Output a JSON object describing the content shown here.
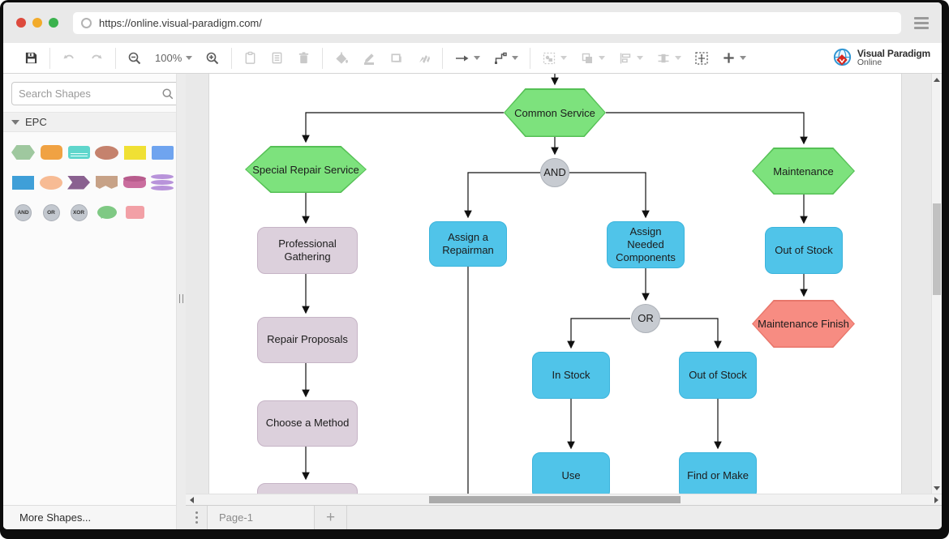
{
  "browser": {
    "url": "https://online.visual-paradigm.com/"
  },
  "toolbar": {
    "zoom_level": "100%",
    "add_label": "+",
    "logo_title": "Visual Paradigm",
    "logo_subtitle": "Online"
  },
  "sidebar": {
    "search_placeholder": "Search Shapes",
    "section_label": "EPC",
    "more_shapes_label": "More Shapes...",
    "palette_labels": {
      "and": "AND",
      "or": "OR",
      "xor": "XOR"
    },
    "palette_icons": [
      "green-hexagon",
      "orange-rounded-rect",
      "teal-multi-document",
      "brown-ellipse",
      "yellow-rect",
      "light-blue-rect",
      "blue-rect",
      "peach-ellipse",
      "purple-chevron",
      "tan-document",
      "magenta-cylinder",
      "purple-disks",
      "and-connector",
      "or-connector",
      "xor-connector",
      "green-speech-bubble",
      "pink-callout"
    ]
  },
  "diagram": {
    "nodes": {
      "common_service": "Common Service",
      "special_repair_service": "Special Repair Service",
      "professional_gathering": "Professional Gathering",
      "repair_proposals": "Repair Proposals",
      "choose_a_method": "Choose a Method",
      "and_gate": "AND",
      "assign_a_repairman": "Assign a Repairman",
      "assign_needed_components": "Assign Needed Components",
      "or_gate": "OR",
      "in_stock": "In Stock",
      "out_of_stock_center": "Out of Stock",
      "use": "Use",
      "find_or_make": "Find or Make",
      "maintenance": "Maintenance",
      "out_of_stock_right": "Out of Stock",
      "maintenance_finish": "Maintenance Finish"
    }
  },
  "tabbar": {
    "page_label": "Page-1",
    "add_label": "+"
  },
  "colors": {
    "event_green": "#7de27d",
    "function_blue": "#50c4e9",
    "process_mauve": "#dcd0dc",
    "finish_salmon": "#f78c82",
    "connector_gray": "#c7cbd1"
  }
}
